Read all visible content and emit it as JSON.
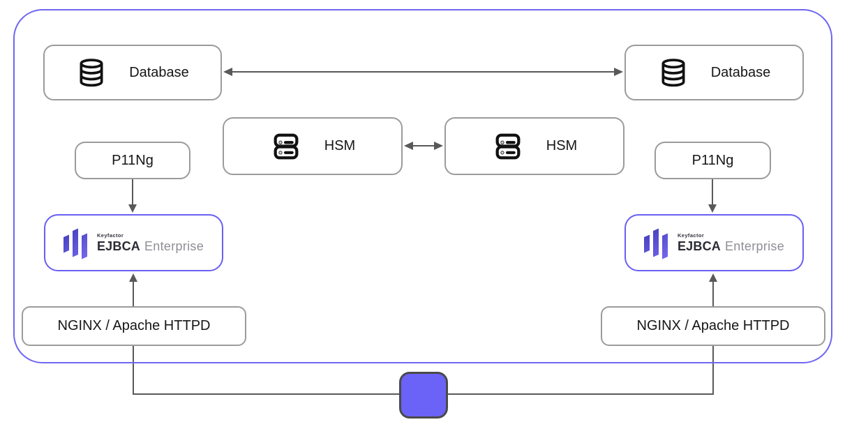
{
  "colors": {
    "outer_border": "#6f66f2",
    "node_border": "#9b9b9b",
    "ejbca_border": "#695ff3",
    "connector": "#595959",
    "lb_fill": "#6b62f7",
    "lb_stroke": "#4a4a4a",
    "label_text": "#161616",
    "logo_bar_dark": "#3c38b5",
    "logo_bar_light": "#7a6cf2",
    "enterprise_text": "#8e8e95"
  },
  "nodes": {
    "database_left": {
      "label": "Database",
      "icon": "database-icon"
    },
    "database_right": {
      "label": "Database",
      "icon": "database-icon"
    },
    "hsm_left": {
      "label": "HSM",
      "icon": "server-stack-icon"
    },
    "hsm_right": {
      "label": "HSM",
      "icon": "server-stack-icon"
    },
    "p11ng_left": {
      "label": "P11Ng"
    },
    "p11ng_right": {
      "label": "P11Ng"
    },
    "ejbca_left": {
      "brand": "Keyfactor",
      "name": "EJBCA",
      "edition": "Enterprise"
    },
    "ejbca_right": {
      "brand": "Keyfactor",
      "name": "EJBCA",
      "edition": "Enterprise"
    },
    "webserver_left": {
      "label": "NGINX / Apache HTTPD"
    },
    "webserver_right": {
      "label": "NGINX / Apache HTTPD"
    }
  },
  "connectors": [
    {
      "from": "database_left",
      "to": "database_right",
      "style": "double-arrow"
    },
    {
      "from": "hsm_left",
      "to": "hsm_right",
      "style": "double-arrow"
    },
    {
      "from": "p11ng_left",
      "to": "ejbca_left",
      "style": "arrow-down"
    },
    {
      "from": "p11ng_right",
      "to": "ejbca_right",
      "style": "arrow-down"
    },
    {
      "from": "webserver_left",
      "to": "ejbca_left",
      "style": "arrow-up"
    },
    {
      "from": "webserver_right",
      "to": "ejbca_right",
      "style": "arrow-up"
    },
    {
      "from": "webserver_left",
      "to": "purple-square",
      "style": "plain"
    },
    {
      "from": "webserver_right",
      "to": "purple-square",
      "style": "plain"
    }
  ]
}
